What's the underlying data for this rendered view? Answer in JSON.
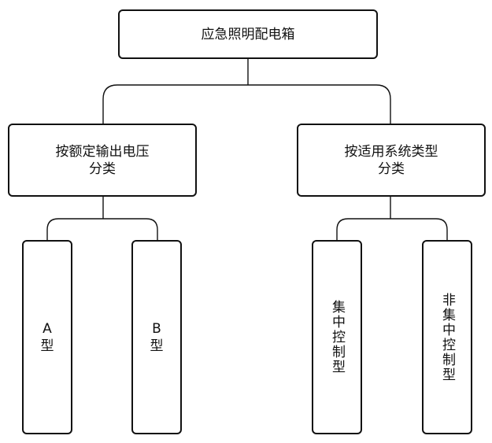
{
  "root": {
    "label": "应急照明配电箱"
  },
  "branches": [
    {
      "label_line1": "按额定输出电压",
      "label_line2": "分类",
      "children": [
        {
          "letter": "A",
          "type": "型"
        },
        {
          "letter": "B",
          "type": "型"
        }
      ]
    },
    {
      "label_line1": "按适用系统类型",
      "label_line2": "分类",
      "children": [
        {
          "text": "集中控制型"
        },
        {
          "text": "非集中控制型"
        }
      ]
    }
  ]
}
